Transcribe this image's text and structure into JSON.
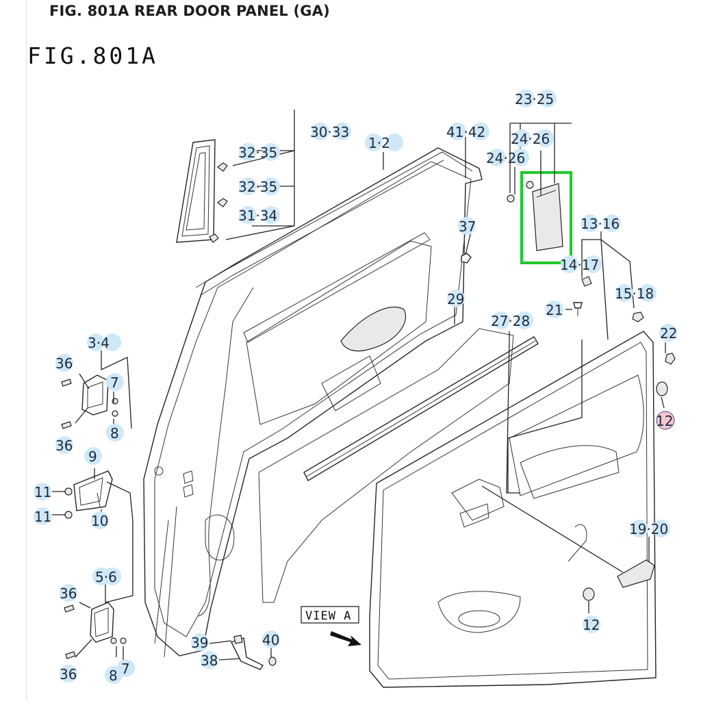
{
  "header": {
    "title": "FIG. 801A REAR DOOR PANEL (GA)"
  },
  "figure": {
    "label": "FIG.801A",
    "view_label": "VIEW A"
  },
  "callouts": {
    "c23_25": "23·25",
    "c24_26a": "24·26",
    "c24_26b": "24·26",
    "c30_33": "30·33",
    "c1_2": "1·2",
    "c41_42": "41·42",
    "c32_35a": "32·35",
    "c32_35b": "32·35",
    "c31_34": "31·34",
    "c37": "37",
    "c13_16": "13·16",
    "c14_17": "14·17",
    "c15_18": "15·18",
    "c21": "21",
    "c29": "29",
    "c27_28": "27·28",
    "c22": "22",
    "c12a": "12",
    "c12b": "12",
    "c3_4": "3·4",
    "c36a": "36",
    "c36b": "36",
    "c7a": "7",
    "c8a": "8",
    "c9": "9",
    "c11a": "11",
    "c11b": "11",
    "c10": "10",
    "c19_20": "19·20",
    "c5_6": "5·6",
    "c36c": "36",
    "c36d": "36",
    "c39": "39",
    "c40": "40",
    "c38": "38",
    "c8b": "8",
    "c7b": "7"
  },
  "colors": {
    "bubble": "#cfe8f7",
    "bubble_highlight": "#f4c6d0",
    "highlight_box": "#1ec92a"
  }
}
